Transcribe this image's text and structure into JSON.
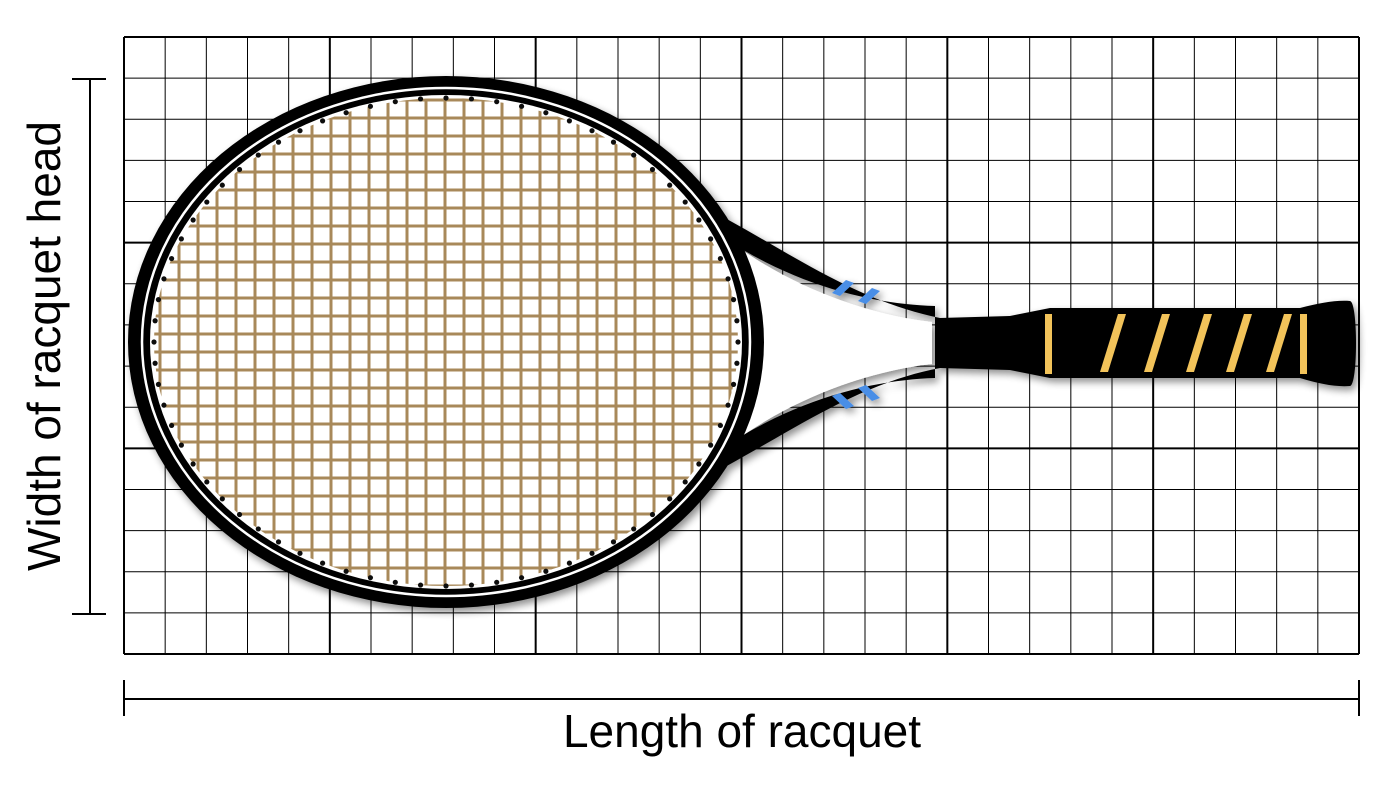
{
  "labels": {
    "length": "Length of racquet",
    "width": "Width of racquet head"
  },
  "grid": {
    "columns": 30,
    "rows": 15,
    "major_every": 5
  },
  "colors": {
    "grid_line": "#000000",
    "frame": "#050505",
    "strings": "#a8895a",
    "throat_stripes": "#4a8ee6",
    "grip_stripes": "#f2c35a",
    "text": "#000000"
  }
}
